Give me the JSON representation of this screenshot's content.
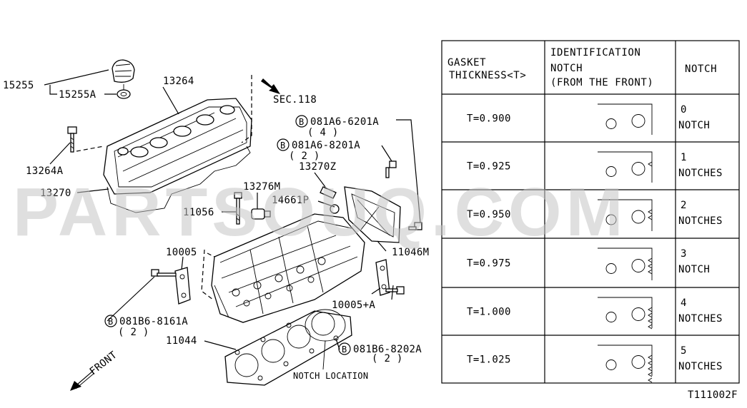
{
  "watermark": "PARTSOUQ.COM",
  "drawing_number": "T111002F",
  "direction_label": "FRONT",
  "section_ref": "SEC.118",
  "notch_location_label": "NOTCH LOCATION",
  "bolt_symbol": "B",
  "callouts": {
    "p15255": "15255",
    "p15255a": "15255A",
    "p13264": "13264",
    "p13264a": "13264A",
    "p13270": "13270",
    "p13270z": "13270Z",
    "p13276m": "13276M",
    "p14661p": "14661P",
    "p11056": "11056",
    "p10005": "10005",
    "p10005a": "10005+A",
    "p11044": "11044",
    "p11046m": "11046M"
  },
  "bolts": {
    "b1": {
      "part": "081A6-6201A",
      "qty": "( 4 )"
    },
    "b2": {
      "part": "081A6-8201A",
      "qty": "( 2 )"
    },
    "b3": {
      "part": "081B6-8161A",
      "qty": "( 2 )"
    },
    "b4": {
      "part": "081B6-8202A",
      "qty": "( 2 )"
    }
  },
  "table": {
    "headers": {
      "thickness_line1": "GASKET",
      "thickness_line2": "THICKNESS<T>",
      "ident_line1": "IDENTIFICATION",
      "ident_line2": "NOTCH",
      "ident_line3": "(FROM THE FRONT)",
      "notch": "NOTCH"
    },
    "rows": [
      {
        "thickness": "T=0.900",
        "count": "0",
        "unit": "NOTCH",
        "notches": 0
      },
      {
        "thickness": "T=0.925",
        "count": "1",
        "unit": "NOTCHES",
        "notches": 1
      },
      {
        "thickness": "T=0.950",
        "count": "2",
        "unit": "NOTCHES",
        "notches": 2
      },
      {
        "thickness": "T=0.975",
        "count": "3",
        "unit": "NOTCH",
        "notches": 3
      },
      {
        "thickness": "T=1.000",
        "count": "4",
        "unit": "NOTCHES",
        "notches": 4
      },
      {
        "thickness": "T=1.025",
        "count": "5",
        "unit": "NOTCHES",
        "notches": 5
      }
    ]
  }
}
